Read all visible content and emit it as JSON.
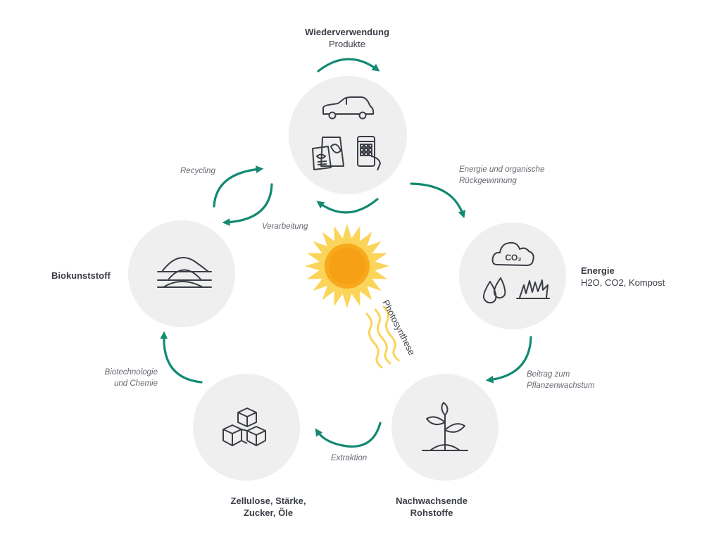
{
  "nodes": {
    "products": {
      "title": "Wiederverwendung",
      "subtitle": "Produkte",
      "icons": [
        "car-icon",
        "snack-bag-icon",
        "smartphone-icon"
      ]
    },
    "energy": {
      "title": "Energie",
      "subtitle": "H2O, CO2, Kompost",
      "co2_label": "CO₂",
      "icons": [
        "co2-cloud-icon",
        "water-drops-icon",
        "grass-icon"
      ]
    },
    "raw": {
      "title_line1": "Nachwachsende",
      "title_line2": "Rohstoffe",
      "icons": [
        "sprout-icon"
      ]
    },
    "cellulose": {
      "title_line1": "Zellulose, Stärke,",
      "title_line2": "Zucker, Öle",
      "icons": [
        "cubes-icon"
      ]
    },
    "bioplastic": {
      "title": "Biokunststoff",
      "icons": [
        "granulate-pile-icon"
      ]
    }
  },
  "arrows": {
    "recycling": "Recycling",
    "processing": "Verarbeitung",
    "energy_recovery_line1": "Energie und organische",
    "energy_recovery_line2": "Rückgewinnung",
    "plant_growth_line1": "Beitrag zum",
    "plant_growth_line2": "Pflanzenwachstum",
    "extraction": "Extraktion",
    "biotech_line1": "Biotechnologie",
    "biotech_line2": "und Chemie"
  },
  "center": {
    "photosynthesis": "Photosynthese",
    "icons": [
      "sun-icon",
      "light-rays-icon"
    ]
  },
  "colors": {
    "arrow": "#138a72",
    "circle": "#efefef",
    "icon_stroke": "#3a3d45",
    "sun_outer": "#fbd45a",
    "sun_inner": "#f7a81b"
  }
}
